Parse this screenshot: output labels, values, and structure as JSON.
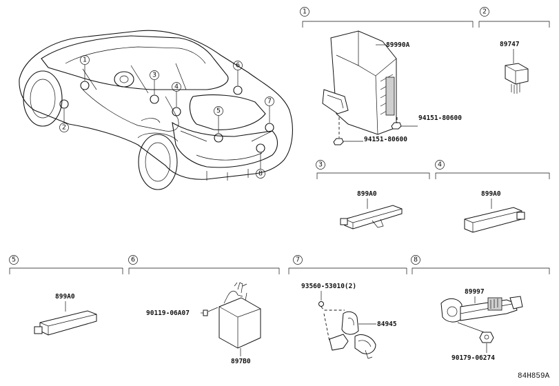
{
  "diagram_code": "84H859A",
  "callout_numbers": [
    "1",
    "2",
    "3",
    "4",
    "5",
    "6",
    "7",
    "8"
  ],
  "sections": {
    "s1": {
      "number": "1",
      "part_main": "89990A",
      "bolt_a": "94151-80600",
      "bolt_b": "94151-80600"
    },
    "s2": {
      "number": "2",
      "part_main": "89747"
    },
    "s3": {
      "number": "3",
      "part_main": "899A0"
    },
    "s4": {
      "number": "4",
      "part_main": "899A0"
    },
    "s5": {
      "number": "5",
      "part_main": "899A0"
    },
    "s6": {
      "number": "6",
      "part_main": "897B0",
      "bolt": "90119-06A07"
    },
    "s7": {
      "number": "7",
      "part_main": "84945",
      "screw": "93560-53010(2)"
    },
    "s8": {
      "number": "8",
      "part_main": "89997",
      "clip": "90179-06274"
    }
  }
}
